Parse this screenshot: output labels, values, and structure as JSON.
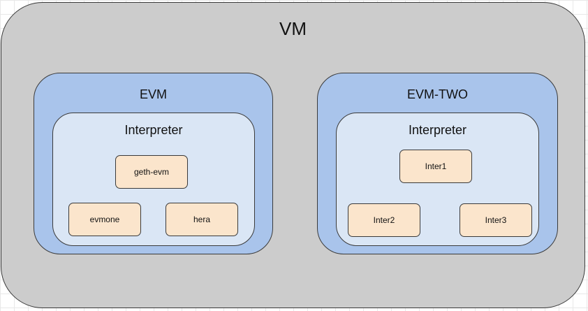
{
  "vm": {
    "label": "VM",
    "fill_color": "#cccccc"
  },
  "engines": [
    {
      "label": "EVM",
      "fill_color": "#a9c4eb",
      "interpreter": {
        "label": "Interpreter",
        "fill_color": "#dae6f5",
        "implementations": [
          "geth-evm",
          "evmone",
          "hera"
        ]
      }
    },
    {
      "label": "EVM-TWO",
      "fill_color": "#a9c4eb",
      "interpreter": {
        "label": "Interpreter",
        "fill_color": "#dae6f5",
        "implementations": [
          "Inter1",
          "Inter2",
          "Inter3"
        ]
      }
    }
  ],
  "implementation_fill_color": "#fbe5cc"
}
